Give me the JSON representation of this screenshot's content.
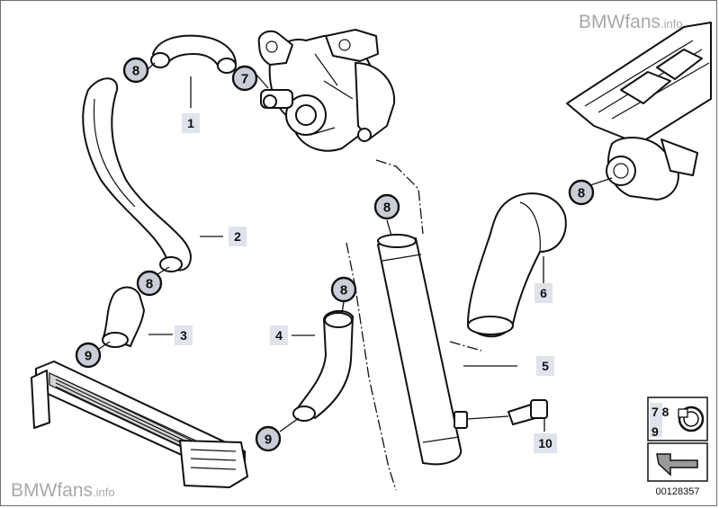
{
  "watermark_top": {
    "brand": "BMWfans",
    "suffix": ".info"
  },
  "watermark_bottom": {
    "brand": "BMWfans",
    "suffix": ".info"
  },
  "callouts": {
    "c7_top": "7",
    "c8_top": "8",
    "c8_mid_left": "8",
    "c9_left": "9",
    "c8_center": "8",
    "c8_pipe": "8",
    "c8_right": "8",
    "c9_bottom": "9"
  },
  "part_labels": {
    "p1": "1",
    "p2": "2",
    "p3": "3",
    "p4": "4",
    "p5": "5",
    "p6": "6",
    "p10": "10"
  },
  "legend": {
    "line1": "7 8",
    "line2": "9"
  },
  "diagram_number": "00128357"
}
